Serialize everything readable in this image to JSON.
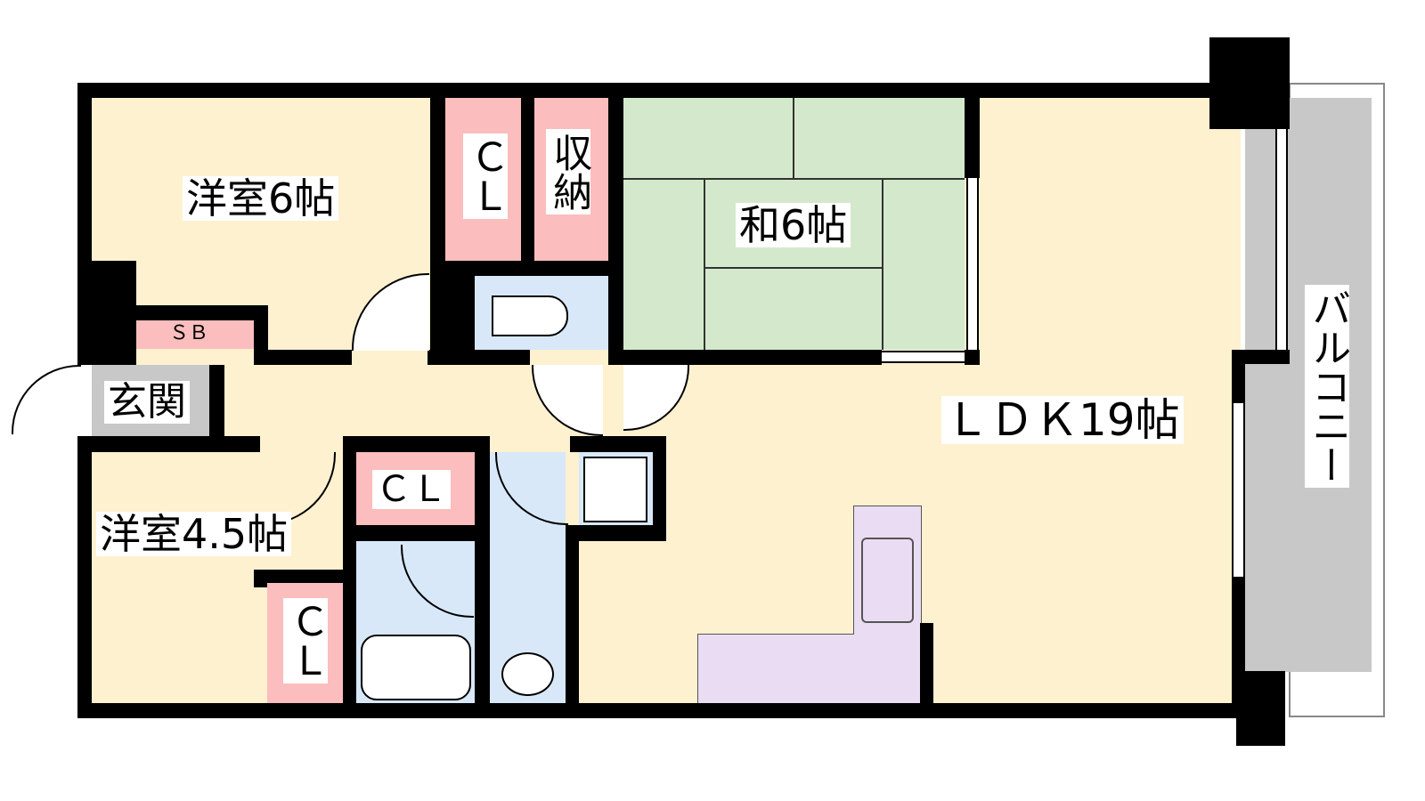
{
  "rooms": {
    "western_6": "洋室6帖",
    "closet_1": "ＣＬ",
    "storage": "収納",
    "japanese": "和6帖",
    "shoe_box": "ＳＢ",
    "entrance": "玄関",
    "ldk": "ＬＤＫ19帖",
    "western_45": "洋室4.5帖",
    "closet_2": "ＣＬ",
    "closet_3": "ＣＬ",
    "balcony": "バルコニー"
  },
  "colors": {
    "room": "#FDF1D0",
    "closet": "#FBBDBD",
    "japanese": "#D4E9CC",
    "wet": "#D8E8F8",
    "kitchen": "#EADDF3",
    "entrance": "#C8C8C8",
    "wall": "#000000"
  }
}
